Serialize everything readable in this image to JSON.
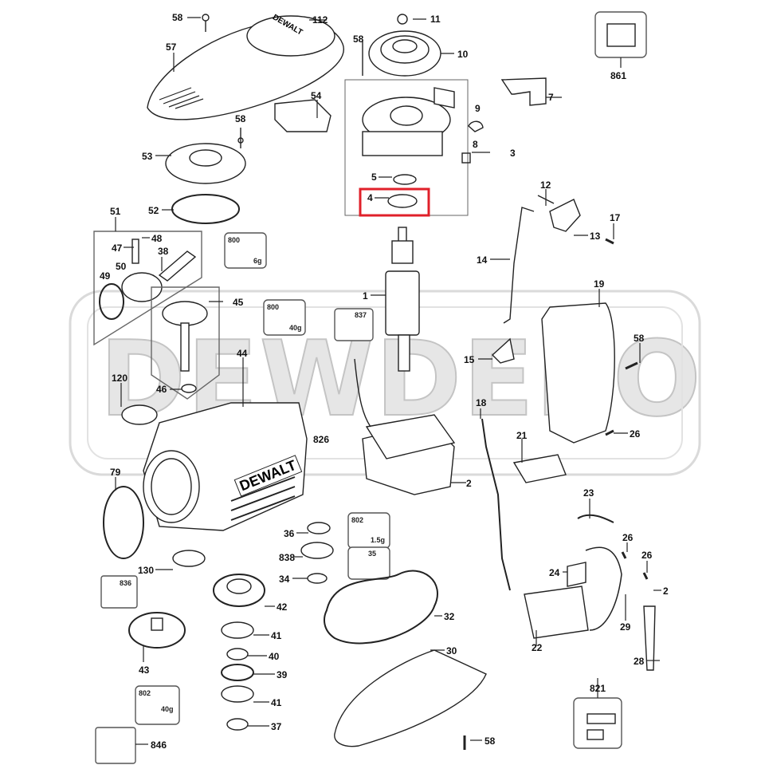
{
  "diagram": {
    "title": "DEWALT rotary/demolition hammer exploded parts diagram",
    "watermark": "DEWDEPO",
    "highlight_color": "#e0202a",
    "highlighted_part": "4",
    "brand_marks": [
      "DEWALT",
      "DEWALT"
    ],
    "parts": [
      {
        "id": "p58a",
        "label": "58"
      },
      {
        "id": "p112",
        "label": "112"
      },
      {
        "id": "p57",
        "label": "57"
      },
      {
        "id": "p54",
        "label": "54"
      },
      {
        "id": "p58b",
        "label": "58"
      },
      {
        "id": "p53",
        "label": "53"
      },
      {
        "id": "p52",
        "label": "52"
      },
      {
        "id": "p11",
        "label": "11"
      },
      {
        "id": "p58c",
        "label": "58"
      },
      {
        "id": "p10",
        "label": "10"
      },
      {
        "id": "p7",
        "label": "7"
      },
      {
        "id": "p9",
        "label": "9"
      },
      {
        "id": "p8",
        "label": "8"
      },
      {
        "id": "p3",
        "label": "3"
      },
      {
        "id": "p5",
        "label": "5"
      },
      {
        "id": "p4",
        "label": "4"
      },
      {
        "id": "p861",
        "label": "861"
      },
      {
        "id": "p12",
        "label": "12"
      },
      {
        "id": "p17",
        "label": "17"
      },
      {
        "id": "p13",
        "label": "13"
      },
      {
        "id": "p14",
        "label": "14"
      },
      {
        "id": "p51",
        "label": "51"
      },
      {
        "id": "p48",
        "label": "48"
      },
      {
        "id": "p47",
        "label": "47"
      },
      {
        "id": "p38",
        "label": "38"
      },
      {
        "id": "p50",
        "label": "50"
      },
      {
        "id": "p49",
        "label": "49"
      },
      {
        "id": "p45",
        "label": "45"
      },
      {
        "id": "p1",
        "label": "1"
      },
      {
        "id": "p19",
        "label": "19"
      },
      {
        "id": "p837",
        "label": "837"
      },
      {
        "id": "p15",
        "label": "15"
      },
      {
        "id": "p58d",
        "label": "58"
      },
      {
        "id": "p44",
        "label": "44"
      },
      {
        "id": "p120",
        "label": "120"
      },
      {
        "id": "p46",
        "label": "46"
      },
      {
        "id": "p826",
        "label": "826"
      },
      {
        "id": "p18",
        "label": "18"
      },
      {
        "id": "p26a",
        "label": "26"
      },
      {
        "id": "p21",
        "label": "21"
      },
      {
        "id": "p2",
        "label": "2"
      },
      {
        "id": "p79",
        "label": "79"
      },
      {
        "id": "p23",
        "label": "23"
      },
      {
        "id": "p36",
        "label": "36"
      },
      {
        "id": "p35",
        "label": "35"
      },
      {
        "id": "p838",
        "label": "838"
      },
      {
        "id": "p26b",
        "label": "26"
      },
      {
        "id": "p26c",
        "label": "26"
      },
      {
        "id": "p130",
        "label": "130"
      },
      {
        "id": "p24",
        "label": "24"
      },
      {
        "id": "p25",
        "label": "2"
      },
      {
        "id": "p34",
        "label": "34"
      },
      {
        "id": "p836",
        "label": "836"
      },
      {
        "id": "p42",
        "label": "42"
      },
      {
        "id": "p32",
        "label": "32"
      },
      {
        "id": "p29",
        "label": "29"
      },
      {
        "id": "p22",
        "label": "22"
      },
      {
        "id": "p41a",
        "label": "41"
      },
      {
        "id": "p40",
        "label": "40"
      },
      {
        "id": "p43",
        "label": "43"
      },
      {
        "id": "p30",
        "label": "30"
      },
      {
        "id": "p28",
        "label": "28"
      },
      {
        "id": "p39",
        "label": "39"
      },
      {
        "id": "p802b",
        "label": "802"
      },
      {
        "id": "p821",
        "label": "821"
      },
      {
        "id": "p41b",
        "label": "41"
      },
      {
        "id": "p37",
        "label": "37"
      },
      {
        "id": "p846",
        "label": "846"
      },
      {
        "id": "p58e",
        "label": "58"
      }
    ],
    "grease_kits": [
      {
        "id": "g800a",
        "code": "800",
        "amount": "6g"
      },
      {
        "id": "g800b",
        "code": "800",
        "amount": "40g"
      },
      {
        "id": "g802a",
        "code": "802",
        "amount": "1.5g"
      },
      {
        "id": "g802b",
        "code": "802",
        "amount": "40g"
      }
    ]
  }
}
